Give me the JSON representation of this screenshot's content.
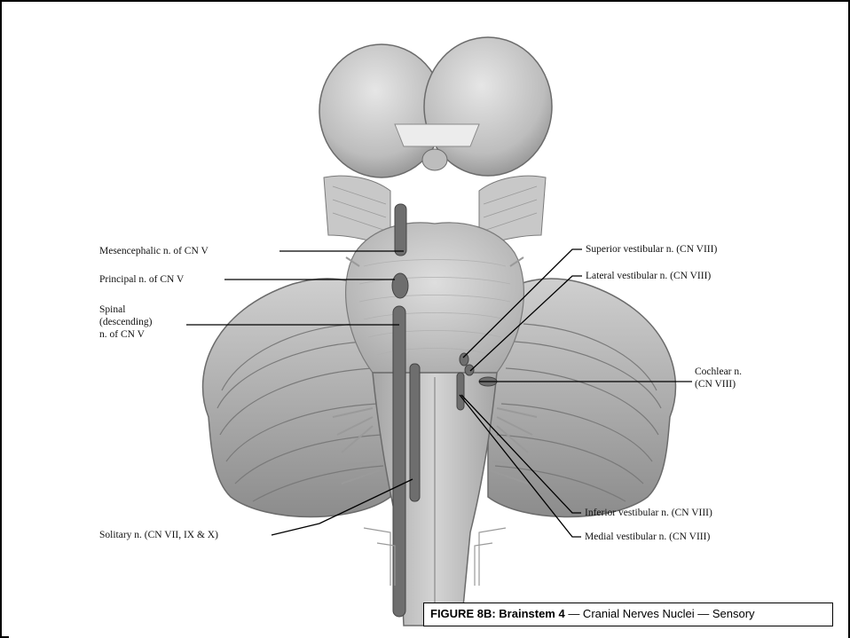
{
  "figure": {
    "caption_bold": "FIGURE 8B: Brainstem 4",
    "caption_rest": " — Cranial Nerves Nuclei — Sensory"
  },
  "labels": {
    "mesencephalic": "Mesencephalic n. of CN V",
    "principal": "Principal n. of CN V",
    "spinal_line1": "Spinal",
    "spinal_line2": "(descending)",
    "spinal_line3": "n. of CN V",
    "solitary": "Solitary n. (CN VII, IX & X)",
    "superior_vestibular": "Superior vestibular n. (CN VIII)",
    "lateral_vestibular": "Lateral vestibular n. (CN VIII)",
    "cochlear_line1": "Cochlear n.",
    "cochlear_line2": "(CN VIII)",
    "inferior_vestibular": "Inferior vestibular n. (CN VIII)",
    "medial_vestibular": "Medial vestibular n. (CN VIII)"
  },
  "colors": {
    "tissue_light": "#d9d9d9",
    "tissue_mid": "#b8b8b8",
    "tissue_dark": "#8a8a8a",
    "nucleus": "#6e6e6e",
    "line": "#000000"
  }
}
